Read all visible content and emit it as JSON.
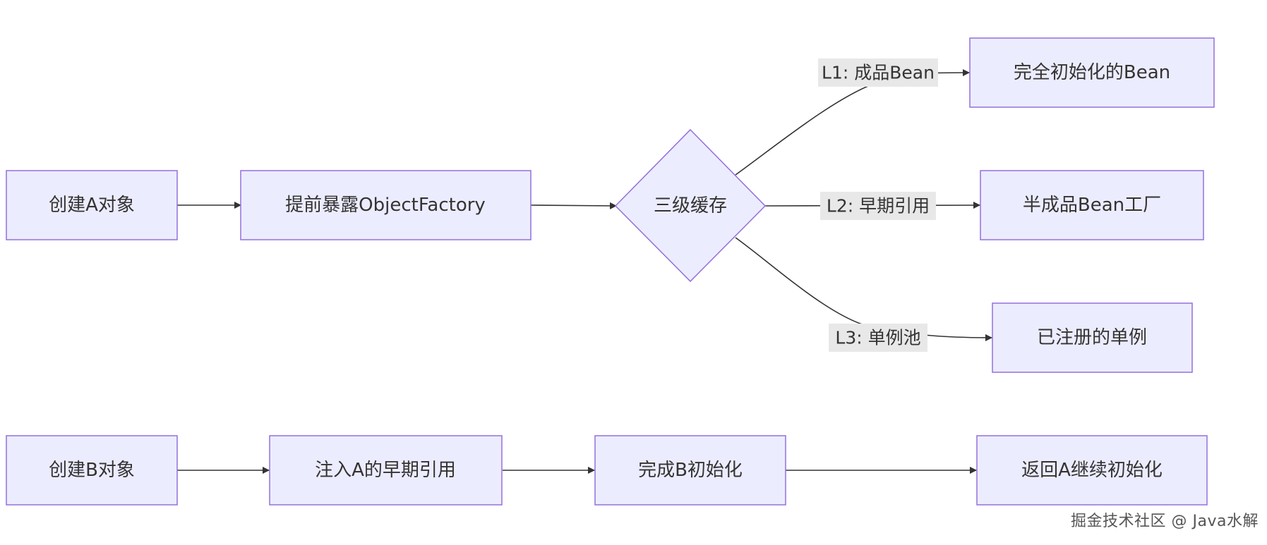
{
  "nodes": {
    "create_a": "创建A对象",
    "expose_factory": "提前暴露ObjectFactory",
    "three_level_cache": "三级缓存",
    "full_bean": "完全初始化的Bean",
    "half_bean_factory": "半成品Bean工厂",
    "registered_singleton": "已注册的单例",
    "create_b": "创建B对象",
    "inject_a_early": "注入A的早期引用",
    "finish_b_init": "完成B初始化",
    "return_a_continue": "返回A继续初始化"
  },
  "edge_labels": {
    "l1": "L1: 成品Bean",
    "l2": "L2: 早期引用",
    "l3": "L3: 单例池"
  },
  "watermark": "掘金技术社区 @ Java水解",
  "colors": {
    "node_fill": "#ECECFF",
    "node_stroke": "#9370DB",
    "edge": "#333333",
    "label_bg": "#e8e8e8"
  }
}
